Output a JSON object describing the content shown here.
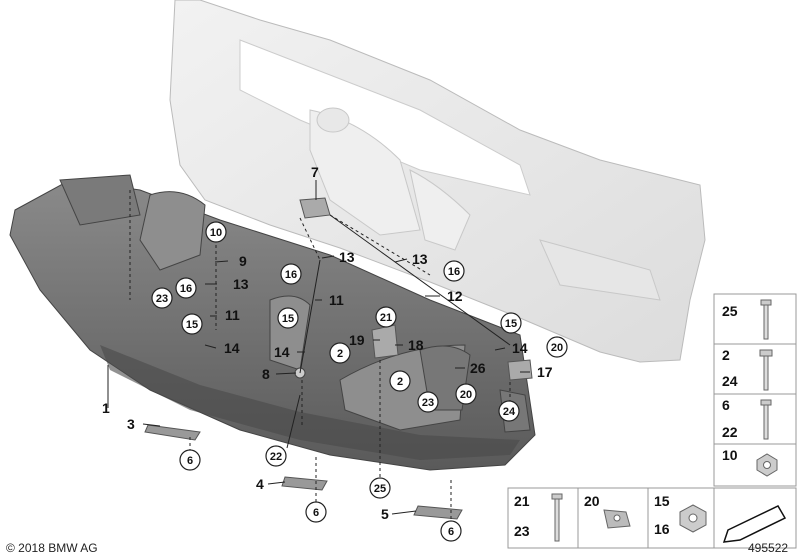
{
  "copyright": "© 2018 BMW AG",
  "diagram_id": "495522",
  "callouts": {
    "c1": "1",
    "c3": "3",
    "c4": "4",
    "c5": "5",
    "c7": "7",
    "c8": "8",
    "c9": "9",
    "c11a": "11",
    "c11b": "11",
    "c12": "12",
    "c13a": "13",
    "c13b": "13",
    "c13c": "13",
    "c14a": "14",
    "c14b": "14",
    "c14c": "14",
    "c17": "17",
    "c18": "18",
    "c19": "19",
    "c26": "26"
  },
  "circled": {
    "k2a": "2",
    "k2b": "2",
    "k6a": "6",
    "k6b": "6",
    "k6c": "6",
    "k10": "10",
    "k15a": "15",
    "k15b": "15",
    "k15c": "15",
    "k16a": "16",
    "k16b": "16",
    "k16c": "16",
    "k20a": "20",
    "k20b": "20",
    "k21": "21",
    "k22": "22",
    "k23a": "23",
    "k23b": "23",
    "k24": "24",
    "k25": "25"
  },
  "legend": {
    "r1": [
      "25"
    ],
    "r2": [
      "2",
      "24"
    ],
    "r3": [
      "6",
      "22"
    ],
    "r4": [
      "10"
    ],
    "b1": [
      "21",
      "23"
    ],
    "b2": [
      "20"
    ],
    "b3": [
      "15",
      "16"
    ]
  }
}
